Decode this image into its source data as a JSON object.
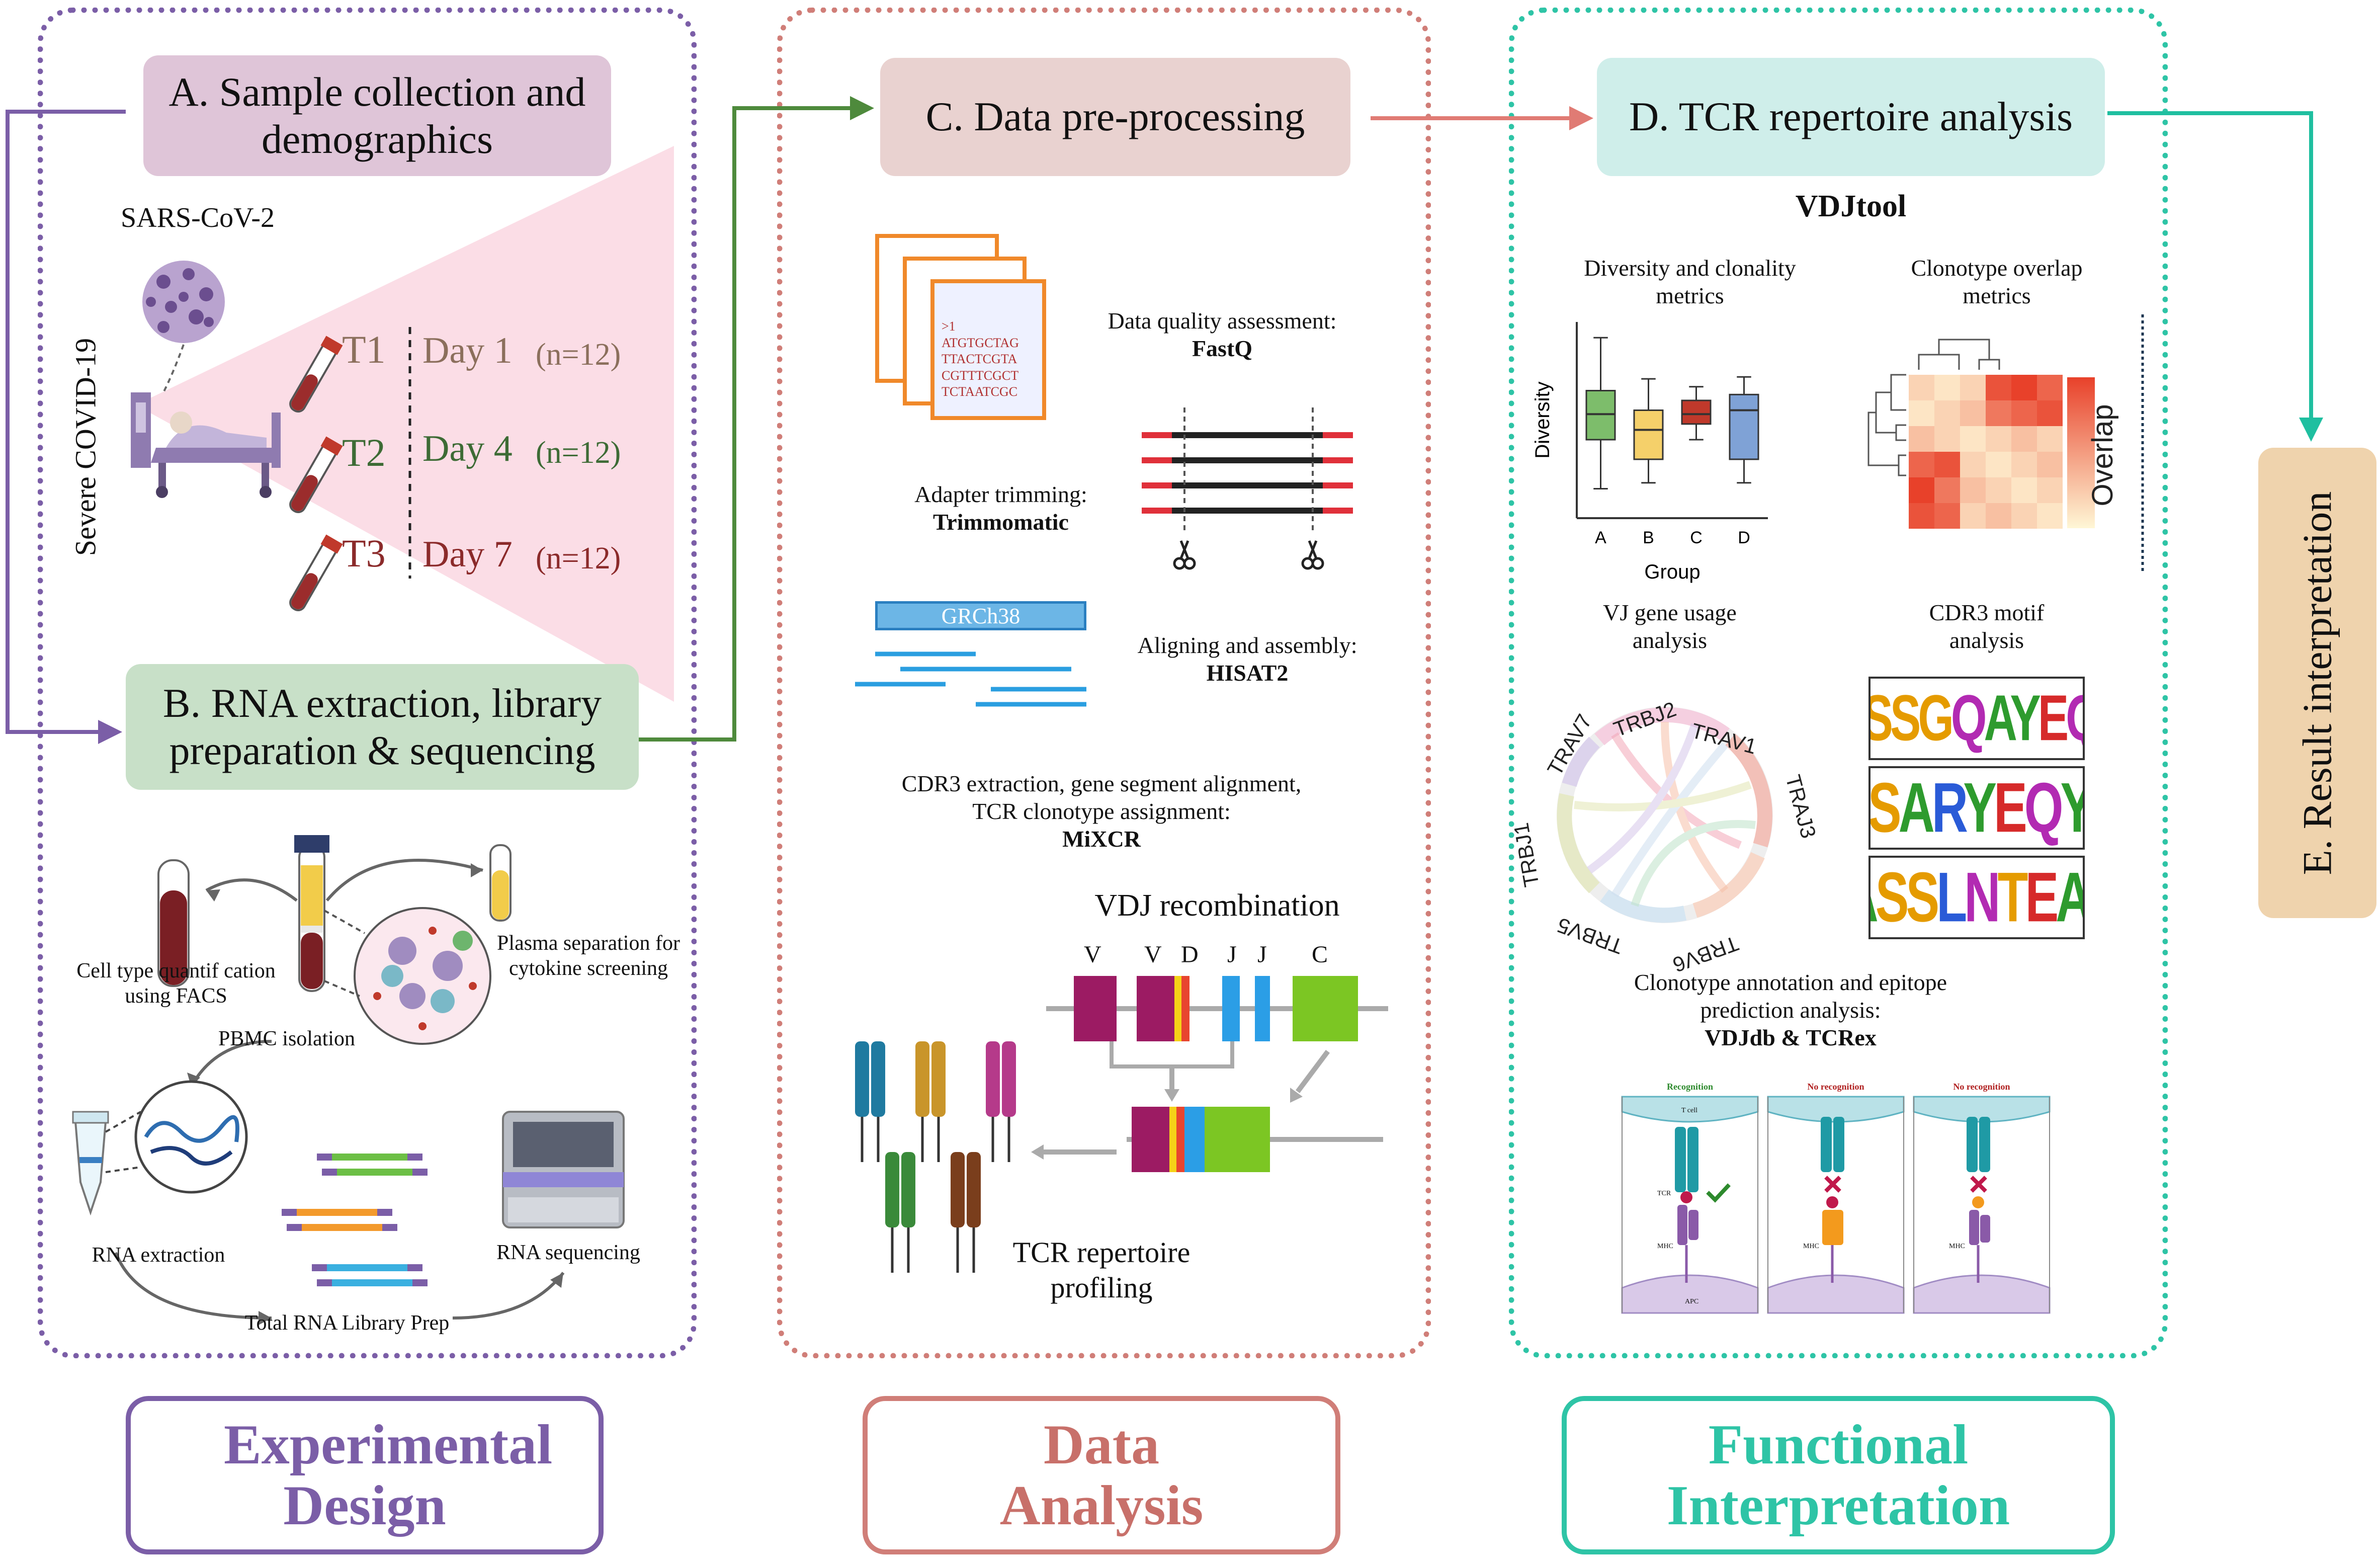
{
  "colors": {
    "panel_a": "#7b5ea7",
    "panel_c": "#d07e78",
    "panel_d": "#2ec4a6",
    "box_a": "#dfc5d8",
    "box_b": "#c8e0c8",
    "box_c": "#e9d2d0",
    "box_d": "#cfeeea",
    "box_e": "#efd3ad",
    "arrow_purple": "#7b5ea7",
    "arrow_green": "#4e8a3c",
    "arrow_salmon": "#e07b74",
    "arrow_teal": "#1fbfa0"
  },
  "experimental": {
    "step_a": "A. Sample collection and demographics",
    "virus": "SARS-CoV-2",
    "patient_label": "Severe COVID-19",
    "timepoints": [
      {
        "t": "T1",
        "day": "Day 1",
        "n": "(n=12)"
      },
      {
        "t": "T2",
        "day": "Day 4",
        "n": "(n=12)"
      },
      {
        "t": "T3",
        "day": "Day 7",
        "n": "(n=12)"
      }
    ],
    "step_b": "B. RNA extraction, library preparation & sequencing",
    "cell_type": "Cell type quantif cation using FACS",
    "plasma": "Plasma separation for cytokine screening",
    "pbmc": "PBMC isolation",
    "rna_extraction": "RNA extraction",
    "rna_sequencing": "RNA sequencing",
    "library_prep": "Total RNA Library Prep",
    "category": "Experimental Design"
  },
  "analysis": {
    "step_c": "C.  Data pre-processing",
    "fastq_lines": [
      ">1",
      "ATGTGCTAG",
      "TTACTCGTA",
      "CGTTTCGCT",
      "TCTAATCGC"
    ],
    "qa_label": "Data quality assessment:",
    "qa_tool": "FastQ",
    "trim_label": "Adapter trimming:",
    "trim_tool": "Trimmomatic",
    "genome": "GRCh38",
    "align_label": "Aligning and assembly:",
    "align_tool": "HISAT2",
    "cdr3_label": "CDR3 extraction, gene segment alignment, TCR clonotype assignment:",
    "cdr3_tool": "MiXCR",
    "vdj_title": "VDJ recombination",
    "segments": [
      "V",
      "V",
      "D",
      "J",
      "J",
      "C"
    ],
    "profiling": "TCR repertoire profiling",
    "category": "Data Analysis"
  },
  "functional": {
    "step_d": "D. TCR repertoire analysis",
    "tool": "VDJtool",
    "diversity_title": "Diversity and clonality metrics",
    "overlap_title": "Clonotype overlap metrics",
    "vj_title": "VJ gene usage analysis",
    "motif_title": "CDR3 motif analysis",
    "annotation_title": "Clonotype annotation and epitope prediction analysis:",
    "annotation_tools": "VDJdb & TCRex",
    "recognition": [
      "Recognition",
      "No recognition",
      "No recognition"
    ],
    "tcell": "T cell",
    "tcr": "TCR",
    "mhc": "MHC",
    "apc": "APC",
    "chord_labels": [
      "TRAV7",
      "TRBJ2",
      "TRAV1",
      "TRAJ3",
      "TRBV6",
      "TRBV5",
      "TRBJ1"
    ],
    "motifs": [
      "CASSGQAYEQYF",
      "CSARYEQYF",
      "CASSLNTEAFF"
    ],
    "category": "Functional Interpretation"
  },
  "result": {
    "step_e": "E. Result interpretation"
  },
  "chart_data": {
    "type": "box",
    "title": "",
    "xlabel": "Group",
    "ylabel": "Diversity",
    "categories": [
      "A",
      "B",
      "C",
      "D"
    ],
    "colors": [
      "#7dbd6b",
      "#f5d06a",
      "#c0392b",
      "#7fa2d6"
    ],
    "series": [
      {
        "name": "A",
        "values": {
          "min": 0.15,
          "q1": 0.4,
          "median": 0.53,
          "q3": 0.65,
          "max": 0.92
        }
      },
      {
        "name": "B",
        "values": {
          "min": 0.18,
          "q1": 0.3,
          "median": 0.45,
          "q3": 0.55,
          "max": 0.71
        }
      },
      {
        "name": "C",
        "values": {
          "min": 0.4,
          "q1": 0.48,
          "median": 0.53,
          "q3": 0.6,
          "max": 0.67
        }
      },
      {
        "name": "D",
        "values": {
          "min": 0.18,
          "q1": 0.3,
          "median": 0.55,
          "q3": 0.63,
          "max": 0.72
        }
      }
    ],
    "ylim": [
      0,
      1
    ]
  },
  "overlap_heatmap": {
    "legend_label": "Overlap",
    "values": [
      [
        0.2,
        0.1,
        0.2,
        0.9,
        1.0,
        0.8
      ],
      [
        0.1,
        0.2,
        0.3,
        0.7,
        0.8,
        0.9
      ],
      [
        0.3,
        0.2,
        0.1,
        0.2,
        0.3,
        0.2
      ],
      [
        0.8,
        0.9,
        0.2,
        0.1,
        0.2,
        0.3
      ],
      [
        1.0,
        0.7,
        0.3,
        0.2,
        0.1,
        0.2
      ],
      [
        0.9,
        0.8,
        0.2,
        0.3,
        0.2,
        0.1
      ]
    ]
  }
}
